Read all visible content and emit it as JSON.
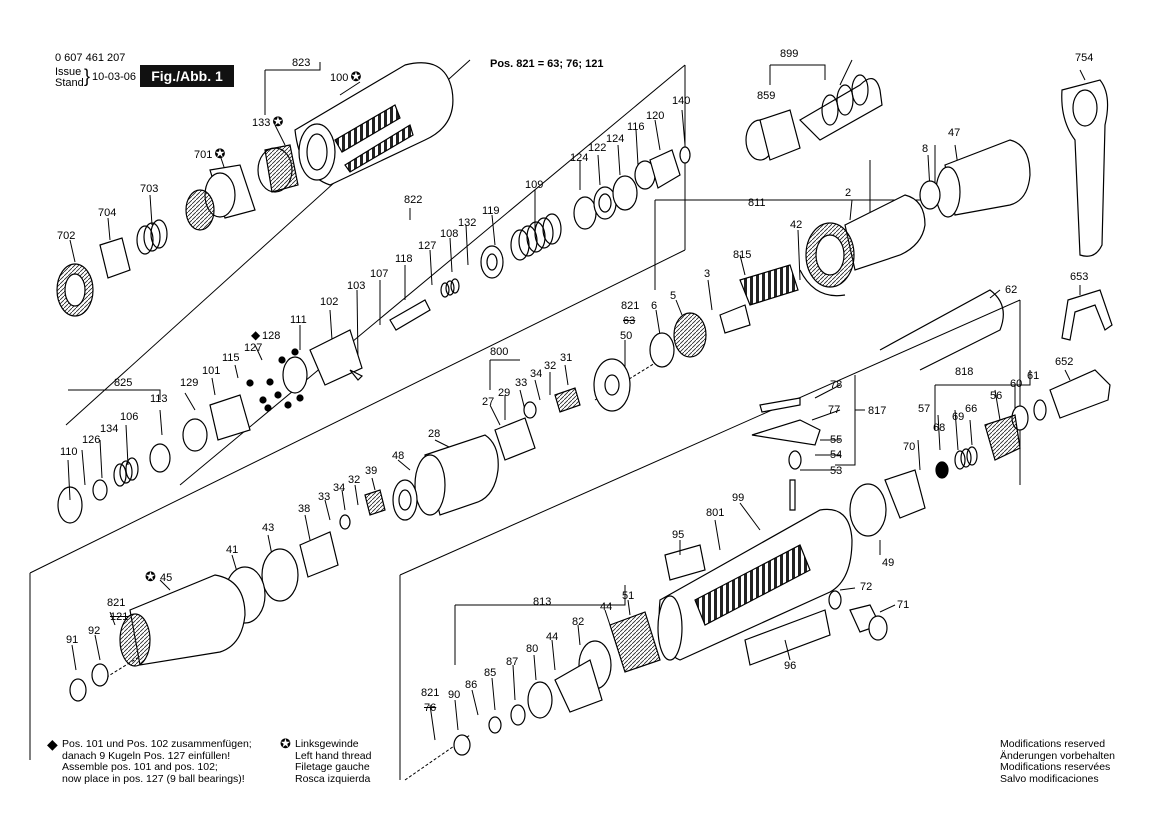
{
  "header": {
    "doc_number": "0 607 461 207",
    "issue_label": "Issue",
    "stand_label": "Stand",
    "issue_date": "10-03-06",
    "figure_label": "Fig./Abb. 1",
    "pos_note": "Pos. 821 = 63; 76; 121"
  },
  "footer": {
    "assembly_note": [
      "Pos. 101 und Pos. 102 zusammenfügen;",
      "danach 9 Kugeln Pos. 127 einfüllen!",
      "Assemble pos. 101 and pos. 102;",
      "now place in pos. 127 (9 ball bearings)!"
    ],
    "thread_note": [
      "Linksgewinde",
      "Left hand thread",
      "Filetage gauche",
      "Rosca izquierda"
    ],
    "modifications": [
      "Modifications reserved",
      "Änderungen vorbehalten",
      "Modifications reservées",
      "Salvo modificaciones"
    ]
  },
  "callouts": [
    {
      "id": "c823",
      "text": "823"
    },
    {
      "id": "c100",
      "text": "100"
    },
    {
      "id": "c133",
      "text": "133"
    },
    {
      "id": "c701",
      "text": "701"
    },
    {
      "id": "c703",
      "text": "703"
    },
    {
      "id": "c704",
      "text": "704"
    },
    {
      "id": "c702",
      "text": "702"
    },
    {
      "id": "c822",
      "text": "822"
    },
    {
      "id": "c109",
      "text": "109"
    },
    {
      "id": "c124a",
      "text": "124"
    },
    {
      "id": "c122",
      "text": "122"
    },
    {
      "id": "c124b",
      "text": "124"
    },
    {
      "id": "c116",
      "text": "116"
    },
    {
      "id": "c120",
      "text": "120"
    },
    {
      "id": "c140",
      "text": "140"
    },
    {
      "id": "c119",
      "text": "119"
    },
    {
      "id": "c132",
      "text": "132"
    },
    {
      "id": "c108",
      "text": "108"
    },
    {
      "id": "c127a",
      "text": "127"
    },
    {
      "id": "c118",
      "text": "118"
    },
    {
      "id": "c107",
      "text": "107"
    },
    {
      "id": "c103",
      "text": "103"
    },
    {
      "id": "c102",
      "text": "102"
    },
    {
      "id": "c111",
      "text": "111"
    },
    {
      "id": "c128",
      "text": "128"
    },
    {
      "id": "c127b",
      "text": "127"
    },
    {
      "id": "c115",
      "text": "115"
    },
    {
      "id": "c101",
      "text": "101"
    },
    {
      "id": "c825",
      "text": "825"
    },
    {
      "id": "c129",
      "text": "129"
    },
    {
      "id": "c113",
      "text": "113"
    },
    {
      "id": "c106",
      "text": "106"
    },
    {
      "id": "c134",
      "text": "134"
    },
    {
      "id": "c126",
      "text": "126"
    },
    {
      "id": "c110",
      "text": "110"
    },
    {
      "id": "c899",
      "text": "899"
    },
    {
      "id": "c859",
      "text": "859"
    },
    {
      "id": "c754",
      "text": "754"
    },
    {
      "id": "c8",
      "text": "8"
    },
    {
      "id": "c47",
      "text": "47"
    },
    {
      "id": "c811",
      "text": "811"
    },
    {
      "id": "c2",
      "text": "2"
    },
    {
      "id": "c42",
      "text": "42"
    },
    {
      "id": "c815",
      "text": "815"
    },
    {
      "id": "c3",
      "text": "3"
    },
    {
      "id": "c5",
      "text": "5"
    },
    {
      "id": "c6",
      "text": "6"
    },
    {
      "id": "c821a",
      "text": "821"
    },
    {
      "id": "c63",
      "text": "63"
    },
    {
      "id": "c653",
      "text": "653"
    },
    {
      "id": "c62",
      "text": "62"
    },
    {
      "id": "c50",
      "text": "50"
    },
    {
      "id": "c800",
      "text": "800"
    },
    {
      "id": "c31",
      "text": "31"
    },
    {
      "id": "c32a",
      "text": "32"
    },
    {
      "id": "c34a",
      "text": "34"
    },
    {
      "id": "c33a",
      "text": "33"
    },
    {
      "id": "c29",
      "text": "29"
    },
    {
      "id": "c27",
      "text": "27"
    },
    {
      "id": "c652",
      "text": "652"
    },
    {
      "id": "c818",
      "text": "818"
    },
    {
      "id": "c60",
      "text": "60"
    },
    {
      "id": "c61",
      "text": "61"
    },
    {
      "id": "c56",
      "text": "56"
    },
    {
      "id": "c57",
      "text": "57"
    },
    {
      "id": "c69",
      "text": "69"
    },
    {
      "id": "c68",
      "text": "68"
    },
    {
      "id": "c66",
      "text": "66"
    },
    {
      "id": "c70",
      "text": "70"
    },
    {
      "id": "c78",
      "text": "78"
    },
    {
      "id": "c77",
      "text": "77"
    },
    {
      "id": "c817",
      "text": "817"
    },
    {
      "id": "c55",
      "text": "55"
    },
    {
      "id": "c54",
      "text": "54"
    },
    {
      "id": "c53",
      "text": "53"
    },
    {
      "id": "c28",
      "text": "28"
    },
    {
      "id": "c48",
      "text": "48"
    },
    {
      "id": "c39",
      "text": "39"
    },
    {
      "id": "c32b",
      "text": "32"
    },
    {
      "id": "c34b",
      "text": "34"
    },
    {
      "id": "c33b",
      "text": "33"
    },
    {
      "id": "c38",
      "text": "38"
    },
    {
      "id": "c43",
      "text": "43"
    },
    {
      "id": "c41",
      "text": "41"
    },
    {
      "id": "c45",
      "text": "45"
    },
    {
      "id": "c821b",
      "text": "821"
    },
    {
      "id": "c121",
      "text": "121"
    },
    {
      "id": "c91",
      "text": "91"
    },
    {
      "id": "c92",
      "text": "92"
    },
    {
      "id": "c99",
      "text": "99"
    },
    {
      "id": "c801",
      "text": "801"
    },
    {
      "id": "c95",
      "text": "95"
    },
    {
      "id": "c49",
      "text": "49"
    },
    {
      "id": "c72",
      "text": "72"
    },
    {
      "id": "c71",
      "text": "71"
    },
    {
      "id": "c96",
      "text": "96"
    },
    {
      "id": "c813",
      "text": "813"
    },
    {
      "id": "c82",
      "text": "82"
    },
    {
      "id": "c44a",
      "text": "44"
    },
    {
      "id": "c51",
      "text": "51"
    },
    {
      "id": "c44b",
      "text": "44"
    },
    {
      "id": "c80",
      "text": "80"
    },
    {
      "id": "c87",
      "text": "87"
    },
    {
      "id": "c85",
      "text": "85"
    },
    {
      "id": "c86",
      "text": "86"
    },
    {
      "id": "c90",
      "text": "90"
    },
    {
      "id": "c821c",
      "text": "821"
    },
    {
      "id": "c76",
      "text": "76"
    }
  ]
}
